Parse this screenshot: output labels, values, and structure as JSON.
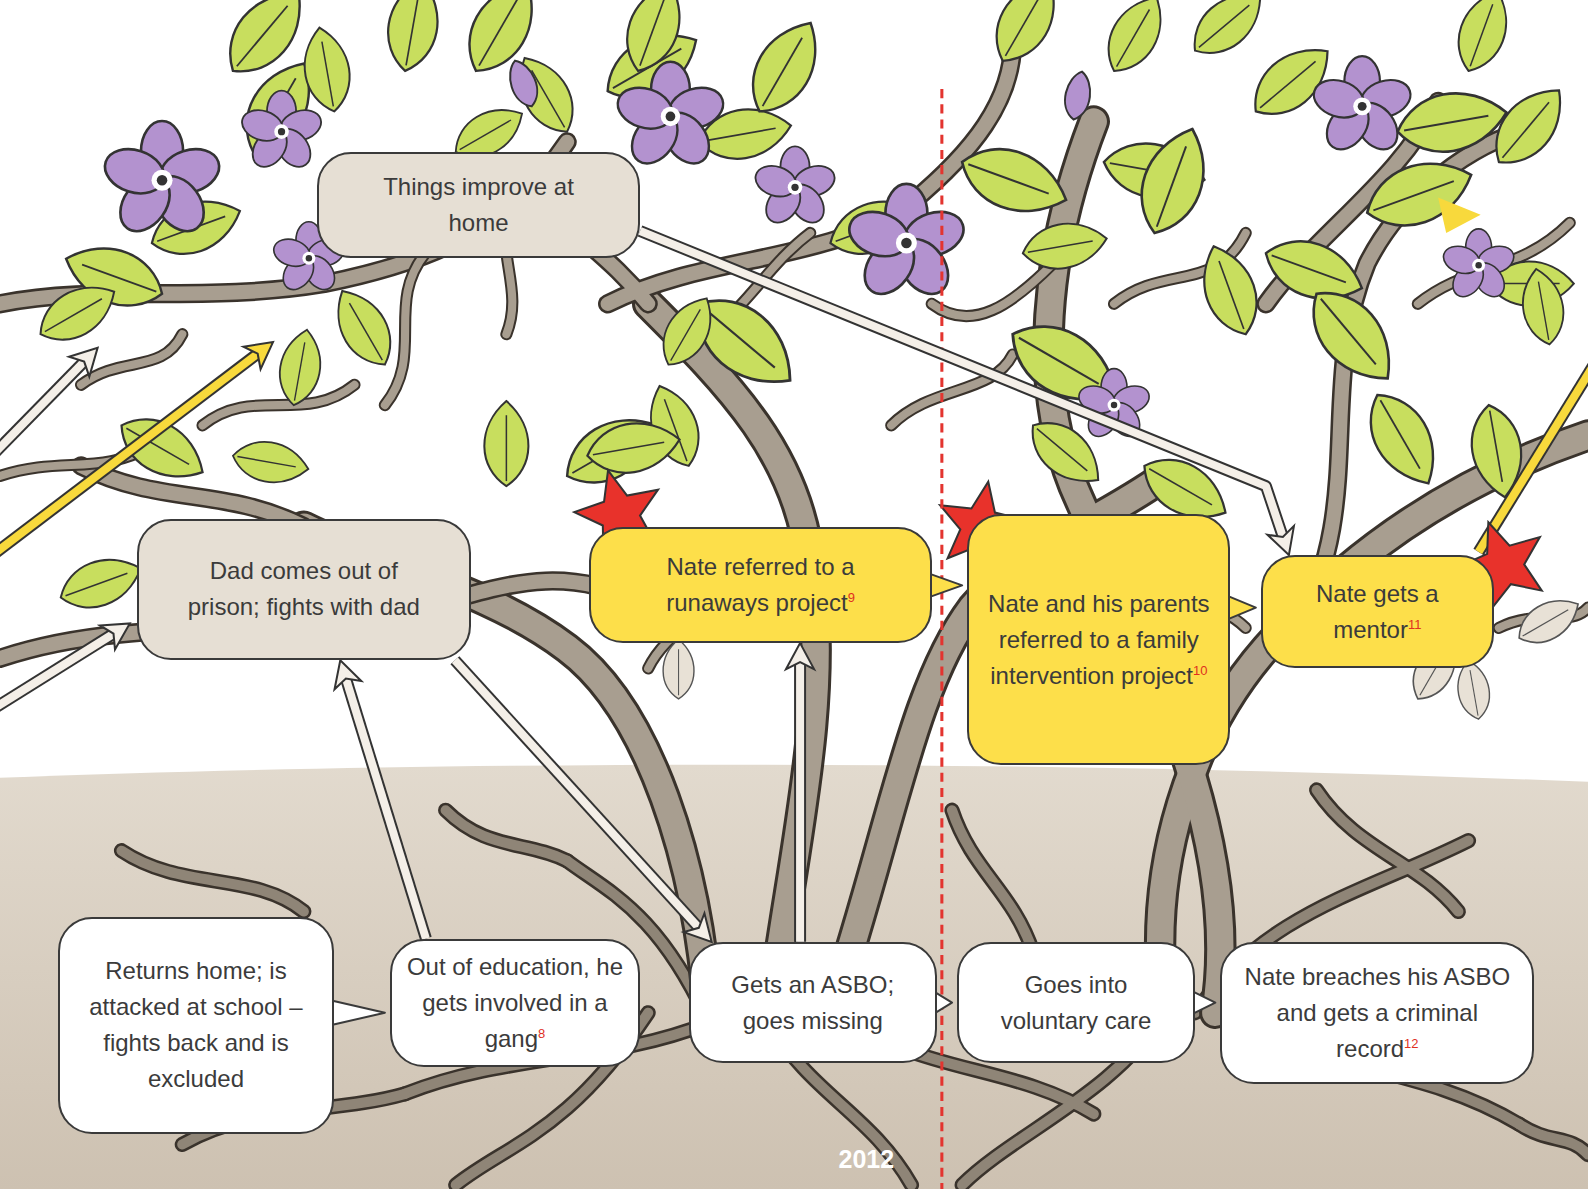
{
  "diagram": {
    "nodes": [
      {
        "text": [
          "Things improve at home"
        ]
      },
      {
        "text": [
          "Dad comes out of prison; fights with dad"
        ]
      },
      {
        "text": [
          "Nate referred to a runaways project",
          "9"
        ]
      },
      {
        "text": [
          "Nate and his parents referred to a family intervention project",
          "10"
        ]
      },
      {
        "text": [
          "Nate gets a mentor",
          "11"
        ]
      },
      {
        "text": [
          "Returns home; is attacked at school – fights back and is excluded"
        ]
      },
      {
        "text": [
          "Out of education, he gets involved in a gang",
          "8"
        ]
      },
      {
        "text": [
          "Gets an ASBO; goes missing"
        ]
      },
      {
        "text": [
          "Goes into voluntary care"
        ]
      },
      {
        "text": [
          "Nate breaches his ASBO and gets a criminal record",
          "12"
        ]
      }
    ],
    "edges": [
      {
        "from": 0,
        "to": 4,
        "arrow": "to"
      },
      {
        "from": 1,
        "to": 7,
        "arrow": "to"
      },
      {
        "from": 6,
        "to": 1,
        "arrow": "to"
      },
      {
        "from": 7,
        "to": 2,
        "arrow": "to"
      },
      {
        "from": 5,
        "to": 6,
        "arrow": "to"
      },
      {
        "from": 2,
        "to": 3,
        "arrow": "to"
      },
      {
        "from": 3,
        "to": 4,
        "arrow": "to"
      },
      {
        "from": 7,
        "to": 8,
        "arrow": "to"
      },
      {
        "from": 8,
        "to": 9,
        "arrow": "to"
      }
    ],
    "labels": [
      "2012"
    ]
  }
}
